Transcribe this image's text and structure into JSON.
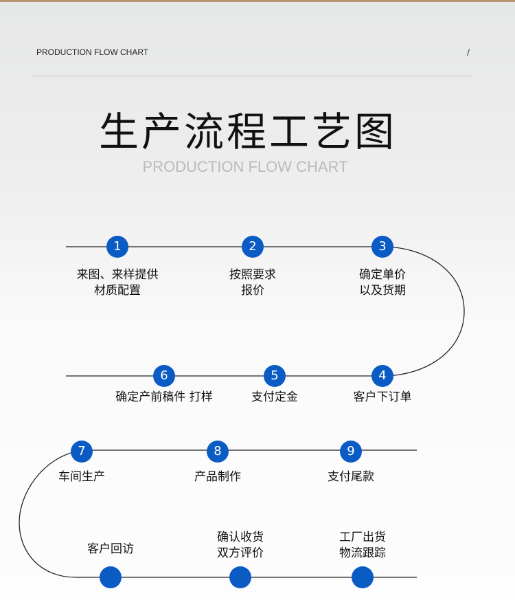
{
  "header": {
    "label": "PRODUCTION FLOW CHART",
    "slash": "/"
  },
  "title": "生产流程工艺图",
  "subtitle": "PRODUCTION FLOW CHART",
  "accent_color": "#0a5bc4",
  "steps": [
    {
      "num": "1",
      "line1": "来图、来样提供",
      "line2": "材质配置"
    },
    {
      "num": "2",
      "line1": "按照要求",
      "line2": "报价"
    },
    {
      "num": "3",
      "line1": "确定单价",
      "line2": "以及货期"
    },
    {
      "num": "4",
      "line1": "客户下订单",
      "line2": ""
    },
    {
      "num": "5",
      "line1": "支付定金",
      "line2": ""
    },
    {
      "num": "6",
      "line1": "确定产前稿件 打样",
      "line2": ""
    },
    {
      "num": "7",
      "line1": "车间生产",
      "line2": ""
    },
    {
      "num": "8",
      "line1": "产品制作",
      "line2": ""
    },
    {
      "num": "9",
      "line1": "支付尾款",
      "line2": ""
    },
    {
      "num": "",
      "line1": "客户回访",
      "line2": ""
    },
    {
      "num": "",
      "line1": "确认收货",
      "line2": "双方评价"
    },
    {
      "num": "",
      "line1": "工厂出货",
      "line2": "物流跟踪"
    }
  ]
}
